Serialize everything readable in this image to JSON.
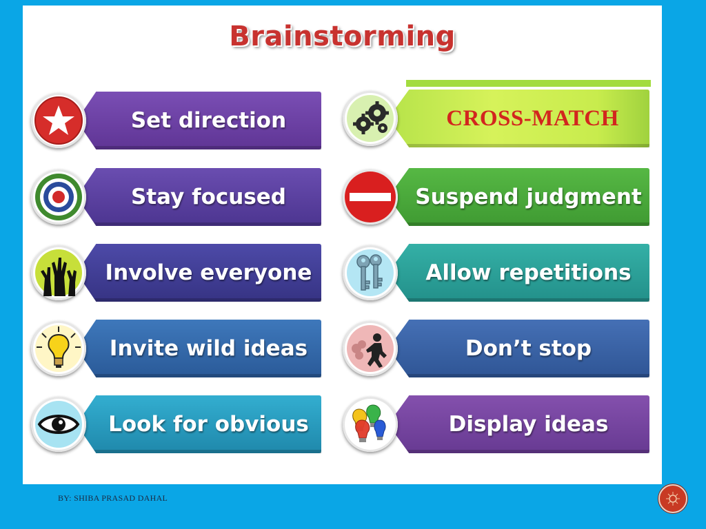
{
  "title": "Brainstorming",
  "left_items": [
    {
      "label": "Set direction",
      "icon": "star-icon",
      "color": "#6a3fa1"
    },
    {
      "label": "Stay focused",
      "icon": "target-icon",
      "color": "#583f9f"
    },
    {
      "label": "Involve everyone",
      "icon": "raised-hands-icon",
      "color": "#3f3b96"
    },
    {
      "label": "Invite wild ideas",
      "icon": "lightbulb-icon",
      "color": "#3064a8"
    },
    {
      "label": "Look for obvious",
      "icon": "eye-icon",
      "color": "#2a9cbe"
    }
  ],
  "right_items": [
    {
      "label": "CROSS-MATCH",
      "icon": "gears-icon",
      "color": "#c8ec4d"
    },
    {
      "label": "Suspend judgment",
      "icon": "no-entry-icon",
      "color": "#4caa3c"
    },
    {
      "label": "Allow repetitions",
      "icon": "keys-icon",
      "color": "#2ea49a"
    },
    {
      "label": "Don’t stop",
      "icon": "running-figure-icon",
      "color": "#3a5fa3"
    },
    {
      "label": "Display ideas",
      "icon": "colored-bulbs-icon",
      "color": "#7a3f9f"
    }
  ],
  "footer": {
    "author": "BY: SHIBA PRASAD DAHAL"
  },
  "background_color": "#0aa6e6"
}
